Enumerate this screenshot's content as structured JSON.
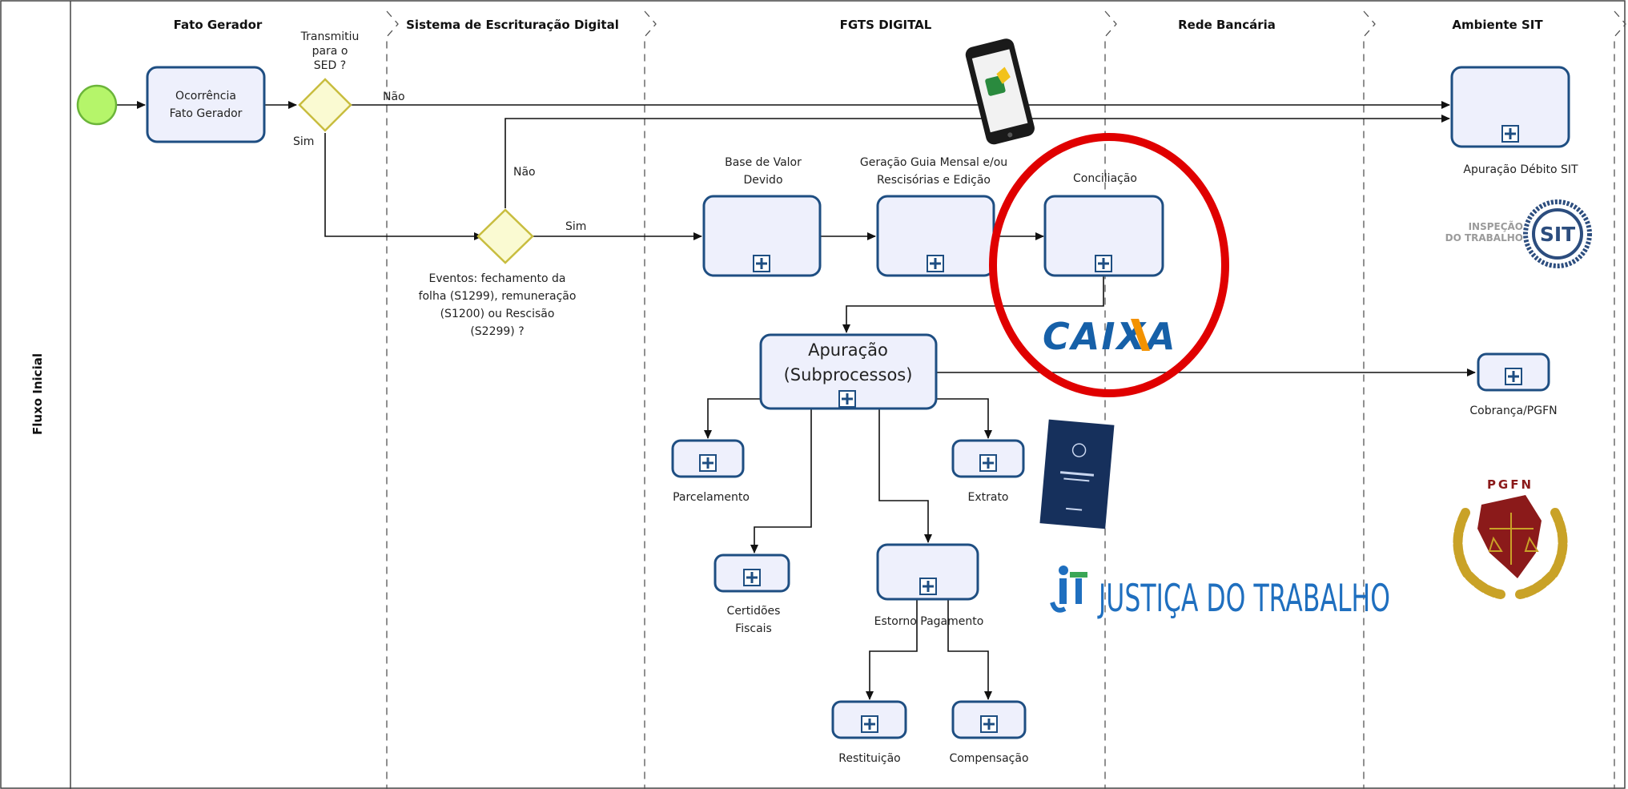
{
  "pool": {
    "label": "Fluxo Inicial"
  },
  "lanes": [
    {
      "title": "Fato Gerador"
    },
    {
      "title": "Sistema de Escrituração Digital"
    },
    {
      "title": "FGTS DIGITAL"
    },
    {
      "title": "Rede Bancária"
    },
    {
      "title": "Ambiente SIT"
    }
  ],
  "gateways": {
    "sed": {
      "lines": [
        "Transmitiu",
        "para o",
        "SED ?"
      ],
      "yes": "Sim",
      "no": "Não"
    },
    "events": {
      "lines": [
        "Eventos: fechamento da",
        "folha (S1299), remuneração",
        "(S1200) ou Rescisão",
        "(S2299) ?"
      ],
      "yes": "Sim",
      "no": "Não"
    }
  },
  "tasks": {
    "ocorrencia": {
      "lines": [
        "Ocorrência",
        "Fato Gerador"
      ]
    },
    "base_valor": {
      "lines": [
        "Base de Valor",
        "Devido"
      ]
    },
    "geracao_guia": {
      "lines": [
        "Geração Guia Mensal e/ou",
        "Rescisórias e Edição"
      ]
    },
    "conciliacao": {
      "label": "Conciliação"
    },
    "apuracao": {
      "lines": [
        "Apuração",
        "(Subprocessos)"
      ]
    },
    "parcelamento": {
      "label": "Parcelamento"
    },
    "extrato": {
      "label": "Extrato"
    },
    "certidoes": {
      "lines": [
        "Certidões",
        "Fiscais"
      ]
    },
    "estorno": {
      "label": "Estorno Pagamento"
    },
    "restituicao": {
      "label": "Restituição"
    },
    "compensacao": {
      "label": "Compensação"
    },
    "apuracao_sit": {
      "label": "Apuração Débito SIT"
    },
    "cobranca": {
      "label": "Cobrança/PGFN"
    }
  },
  "logos": {
    "caixa": "CAIXA",
    "justica": "JUSTIÇA DO TRABALHO",
    "sit_lines": [
      "INSPEÇÃO",
      "DO TRABALHO"
    ],
    "sit_badge": "SIT",
    "pgfn": "PGFN"
  },
  "colors": {
    "highlight": "#e00000",
    "task_stroke": "#1e4e82",
    "task_fill": "#eef0fc",
    "gateway_fill": "#fafad2",
    "start_fill": "#b5f56a",
    "caixa_blue": "#1660a8",
    "justica_blue": "#1f6fbf",
    "pgfn_gold": "#c9a227",
    "pgfn_red": "#8b1a1a"
  },
  "icons": {
    "phone": "smartphone-icon",
    "booklet": "carteira-de-trabalho-icon"
  }
}
